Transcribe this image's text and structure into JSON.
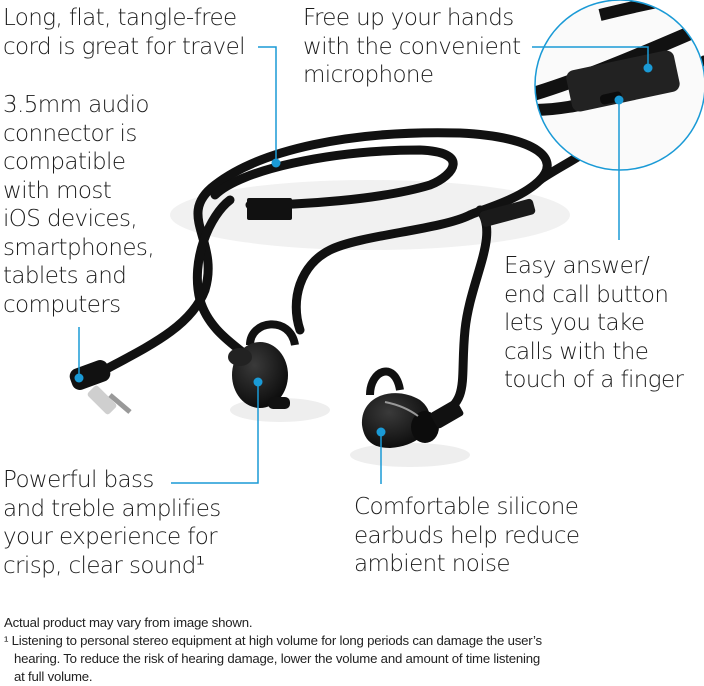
{
  "callouts": {
    "cord": "Long, flat, tangle-free\ncord is great for travel",
    "microphone": "Free up your hands\nwith the convenient\nmicrophone",
    "connector": "3.5mm audio\nconnector is\ncompatible\nwith most\niOS devices,\nsmartphones,\ntablets and\ncomputers",
    "call_button": "Easy answer/\nend call button\nlets you take\ncalls with the\ntouch of a finger",
    "sound": "Powerful bass\nand treble amplifies\nyour experience for\ncrisp, clear sound¹",
    "earbuds": "Comfortable silicone\nearbuds help reduce\nambient noise"
  },
  "footnotes": {
    "disclaimer": "Actual product may vary from image shown.",
    "note_1_line_1": "¹ Listening to personal stereo equipment at high volume for long periods can damage the user’s",
    "note_1_line_2": "hearing. To reduce the risk of hearing damage, lower the volume and amount of time listening",
    "note_1_line_3": "at full volume."
  },
  "colors": {
    "accent": "#1a9ad6",
    "product": "#111111",
    "text": "#1c1c1c"
  }
}
